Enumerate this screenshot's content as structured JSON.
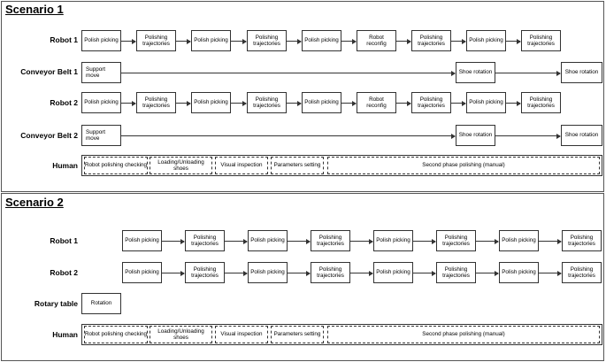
{
  "scenario1": {
    "title": "Scenario 1",
    "robot1": {
      "label": "Robot 1",
      "steps": [
        "Polish picking",
        "Polishing trajectories",
        "Polish picking",
        "Polishing trajectories",
        "Polish picking",
        "Robot reconfig",
        "Polishing trajectories",
        "Polish picking",
        "Polishing trajectories"
      ]
    },
    "conveyor1": {
      "label": "Conveyor Belt 1",
      "steps": [
        "Support move",
        "Shoe rotation",
        "Shoe rotation"
      ]
    },
    "robot2": {
      "label": "Robot 2",
      "steps": [
        "Polish picking",
        "Polishing trajectories",
        "Polish picking",
        "Polishing trajectories",
        "Polish picking",
        "Robot reconfig",
        "Polishing trajectories",
        "Polish picking",
        "Polishing trajectories"
      ]
    },
    "conveyor2": {
      "label": "Conveyor Belt 2",
      "steps": [
        "Support move",
        "Shoe rotation",
        "Shoe rotation"
      ]
    },
    "human": {
      "label": "Human",
      "tasks": [
        "Robot polishing checking",
        "Loading/Unloading shoes",
        "Visual inspection",
        "Parameters setting",
        "Second phase polishing (manual)"
      ]
    }
  },
  "scenario2": {
    "title": "Scenario 2",
    "robot1": {
      "label": "Robot 1",
      "steps": [
        "Polish picking",
        "Polishing trajectories",
        "Polish picking",
        "Polishing trajectories",
        "Polish picking",
        "Polishing trajectories",
        "Polish picking",
        "Polishing trajectories"
      ]
    },
    "robot2": {
      "label": "Robot 2",
      "steps": [
        "Polish picking",
        "Polishing trajectories",
        "Polish picking",
        "Polishing trajectories",
        "Polish picking",
        "Polishing trajectories",
        "Polish picking",
        "Polishing trajectories"
      ]
    },
    "rotary": {
      "label": "Rotary table",
      "steps": [
        "Rotation"
      ]
    },
    "human": {
      "label": "Human",
      "tasks": [
        "Robot polishing checking",
        "Loading/Unloading shoes",
        "Visual inspection",
        "Parameters setting",
        "Second phase polishing (manual)"
      ]
    }
  }
}
